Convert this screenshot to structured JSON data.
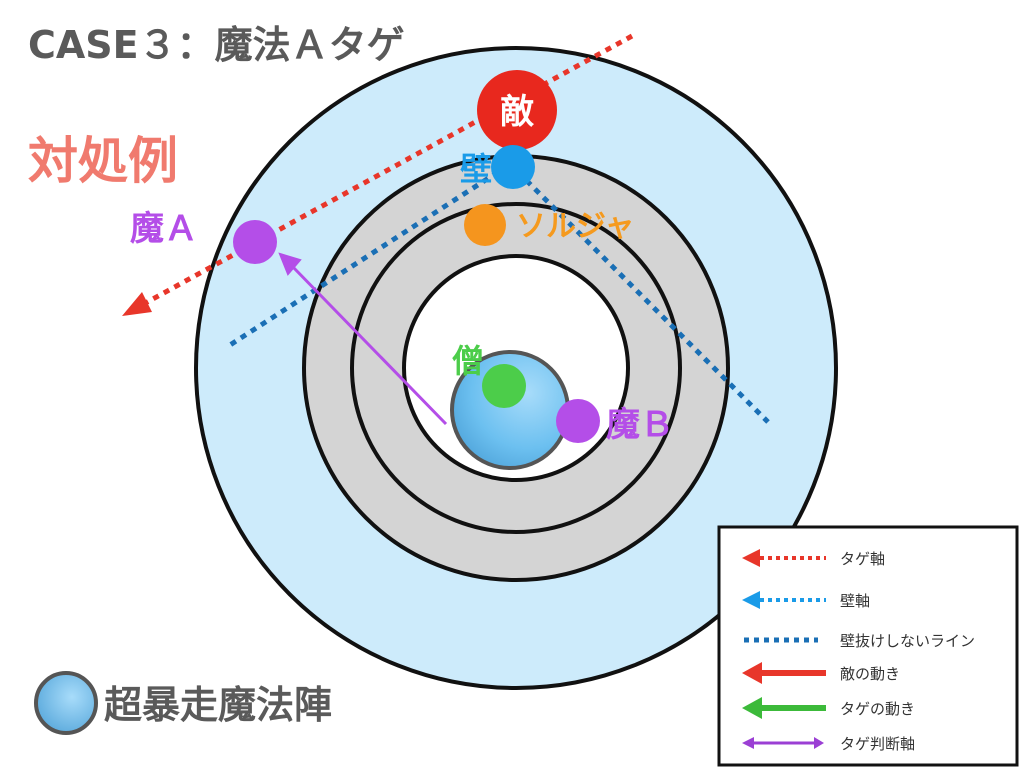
{
  "title": "CASE３：魔法Ａタゲ",
  "example_label": "対処例",
  "labels": {
    "enemy": "敵",
    "wall": "壁",
    "soldier": "ソルジャ",
    "monk": "僧",
    "magic_a": "魔Ａ",
    "magic_b": "魔Ｂ"
  },
  "magic_circle_label": "超暴走魔法陣",
  "legend": [
    {
      "label": "タゲ軸",
      "style": "dotted-arrow",
      "color": "#e8362a"
    },
    {
      "label": "壁軸",
      "style": "dotted-arrow",
      "color": "#1a9be8"
    },
    {
      "label": "壁抜けしないライン",
      "style": "dotted-line",
      "color": "#1a6fb5"
    },
    {
      "label": "敵の動き",
      "style": "solid-arrow",
      "color": "#e8362a"
    },
    {
      "label": "タゲの動き",
      "style": "solid-arrow",
      "color": "#3cba3a"
    },
    {
      "label": "タゲ判断軸",
      "style": "thin-arrow",
      "color": "#9b3fd4"
    }
  ],
  "colors": {
    "outer_circle": "#cdebfb",
    "ring": "#d4d4d4",
    "magic_circle": "#6cc0f0",
    "enemy": "#e8281e",
    "wall": "#1a9be8",
    "soldier": "#f5951e",
    "monk": "#4ccd4a",
    "magic": "#b44ee8"
  }
}
